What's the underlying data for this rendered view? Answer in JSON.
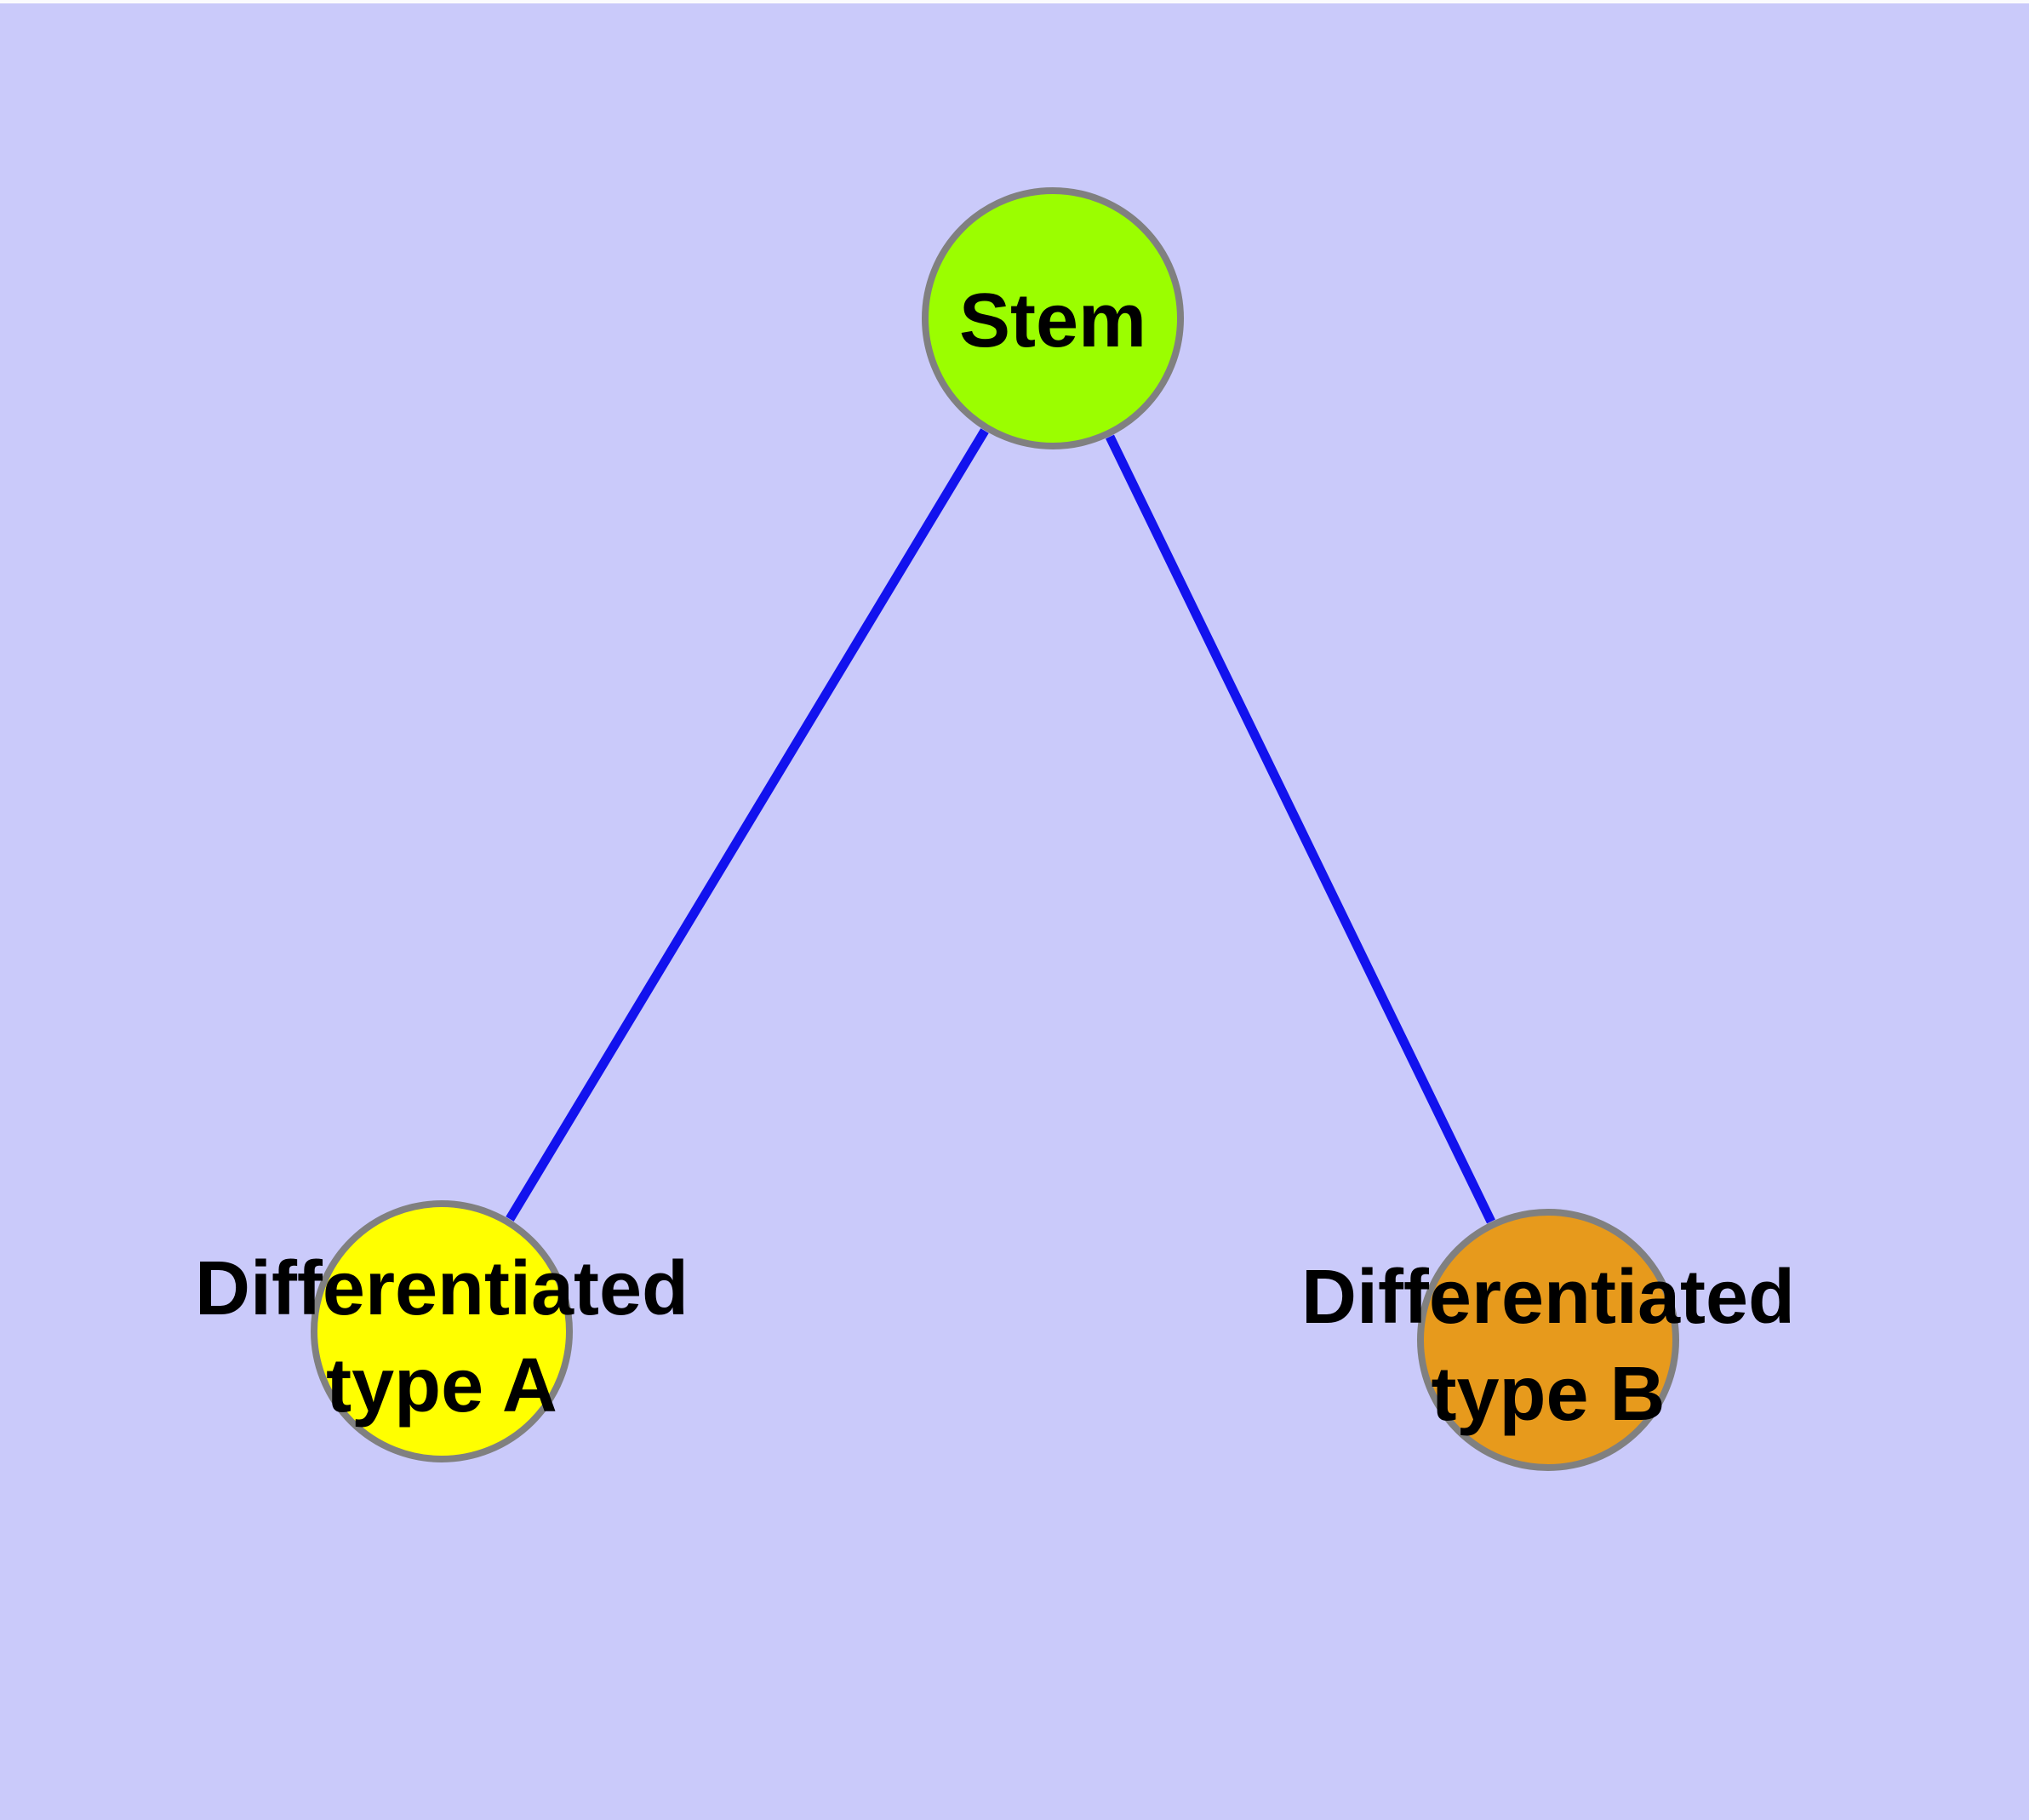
{
  "figure": {
    "type": "graph-diagram",
    "background_color": "#CACAFA",
    "top_strip_color": "#FBFBFE",
    "edge_color": "#1212EE",
    "node_border_color": "#808080",
    "label_color": "#000000",
    "nodes": [
      {
        "name": "Stem",
        "lines": [
          "Stem"
        ],
        "fill": "#9BFE00"
      },
      {
        "name": "Differentiated type A",
        "lines": [
          "Differentiated",
          "type A"
        ],
        "fill": "#FFFF00"
      },
      {
        "name": "Differentiated type B",
        "lines": [
          "Differentiated",
          "type B"
        ],
        "fill": "#E79A1C"
      }
    ],
    "edges": [
      {
        "from": "Stem",
        "to": "Differentiated type A"
      },
      {
        "from": "Stem",
        "to": "Differentiated type B"
      }
    ]
  }
}
